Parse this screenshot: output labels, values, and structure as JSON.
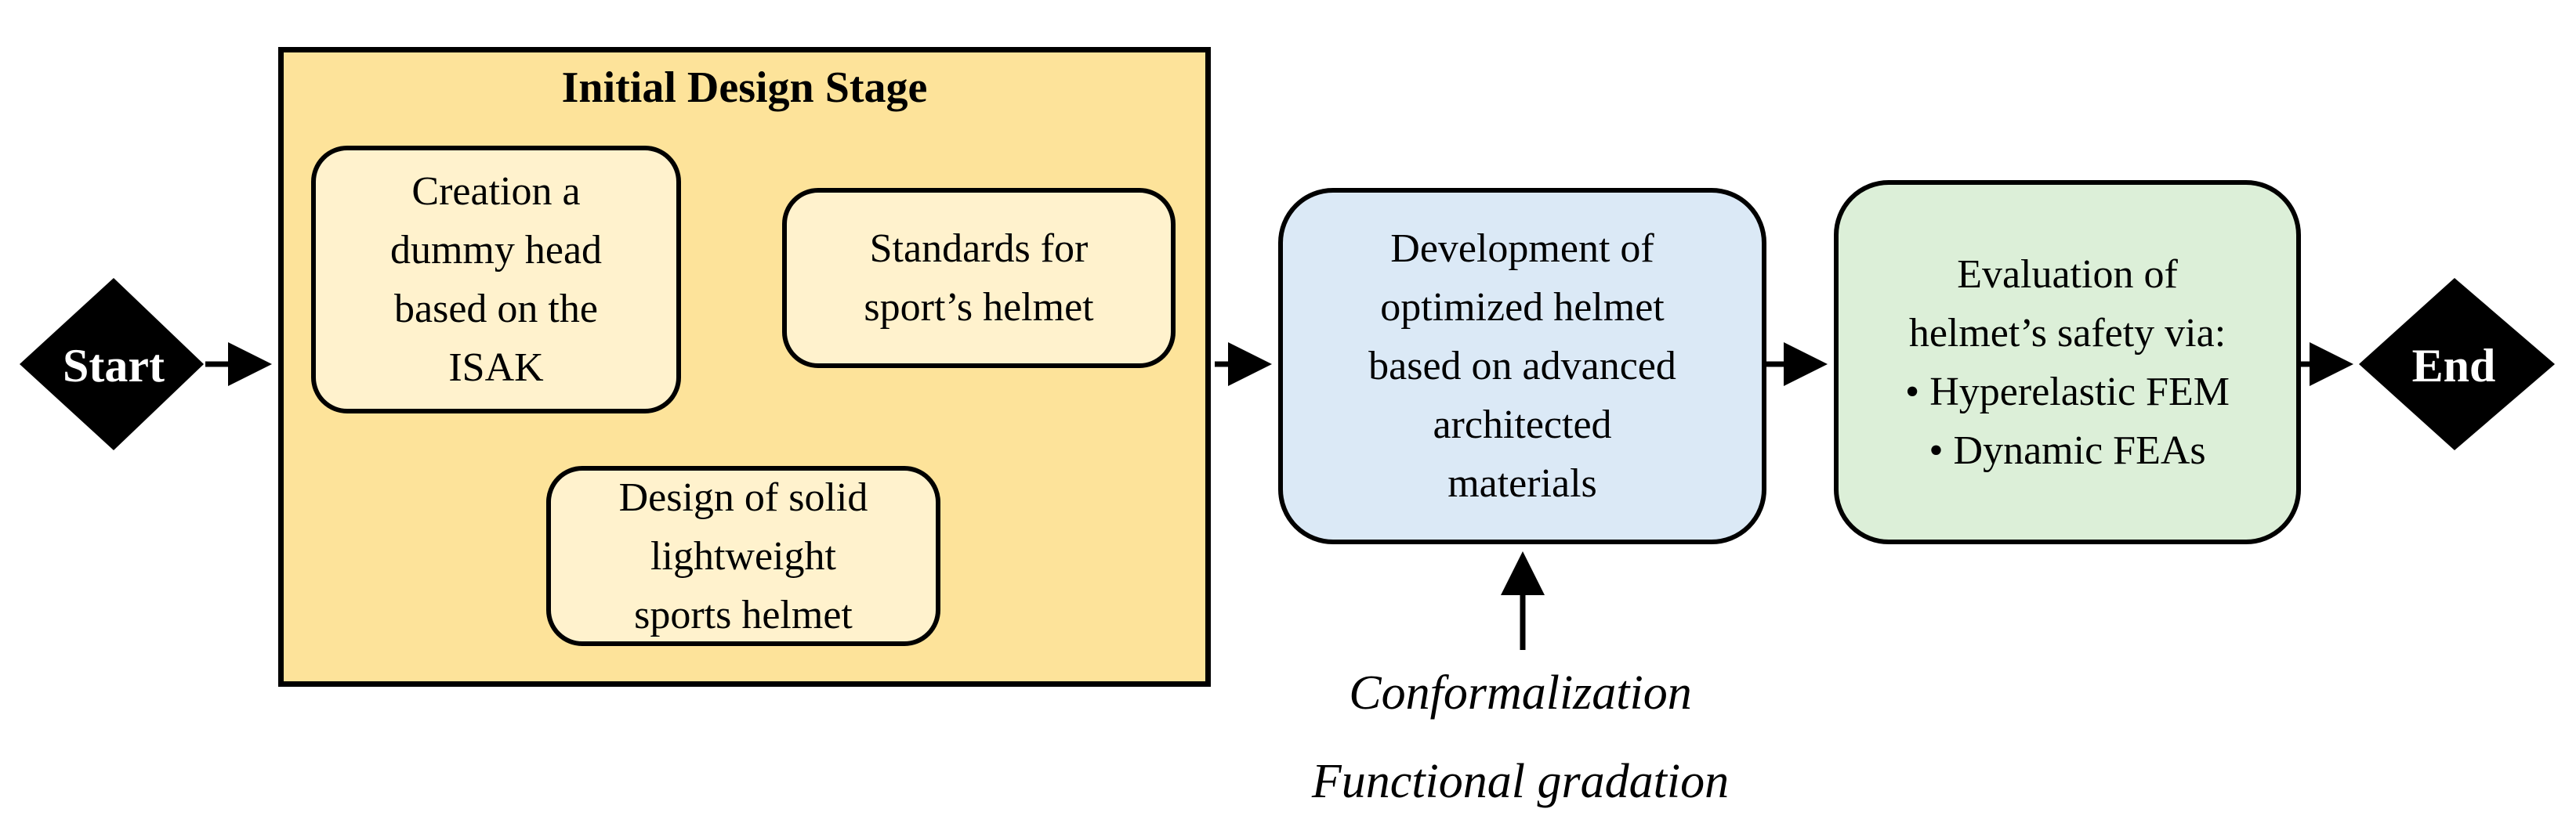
{
  "diagram": {
    "start_label": "Start",
    "end_label": "End",
    "stage_title": "Initial Design Stage",
    "box_dummy_head": "Creation a\ndummy head\nbased on the\nISAK",
    "box_standards": "Standards for\nsport’s helmet",
    "box_design": "Design of solid\nlightweight\nsports helmet",
    "box_development": "Development of\noptimized helmet\nbased on advanced\narchitected\nmaterials",
    "box_evaluation": {
      "heading": "Evaluation of\nhelmet’s safety via:",
      "item_1": "• Hyperelastic FEM",
      "item_2": "• Dynamic FEAs"
    },
    "note_1": "Conformalization",
    "note_2": "Functional gradation"
  },
  "colors": {
    "stage_fill": "#fde39a",
    "inner_box_fill": "#fff2cd",
    "development_fill": "#dbe9f6",
    "evaluation_fill": "#dcefd8",
    "terminal_fill": "#000000"
  }
}
